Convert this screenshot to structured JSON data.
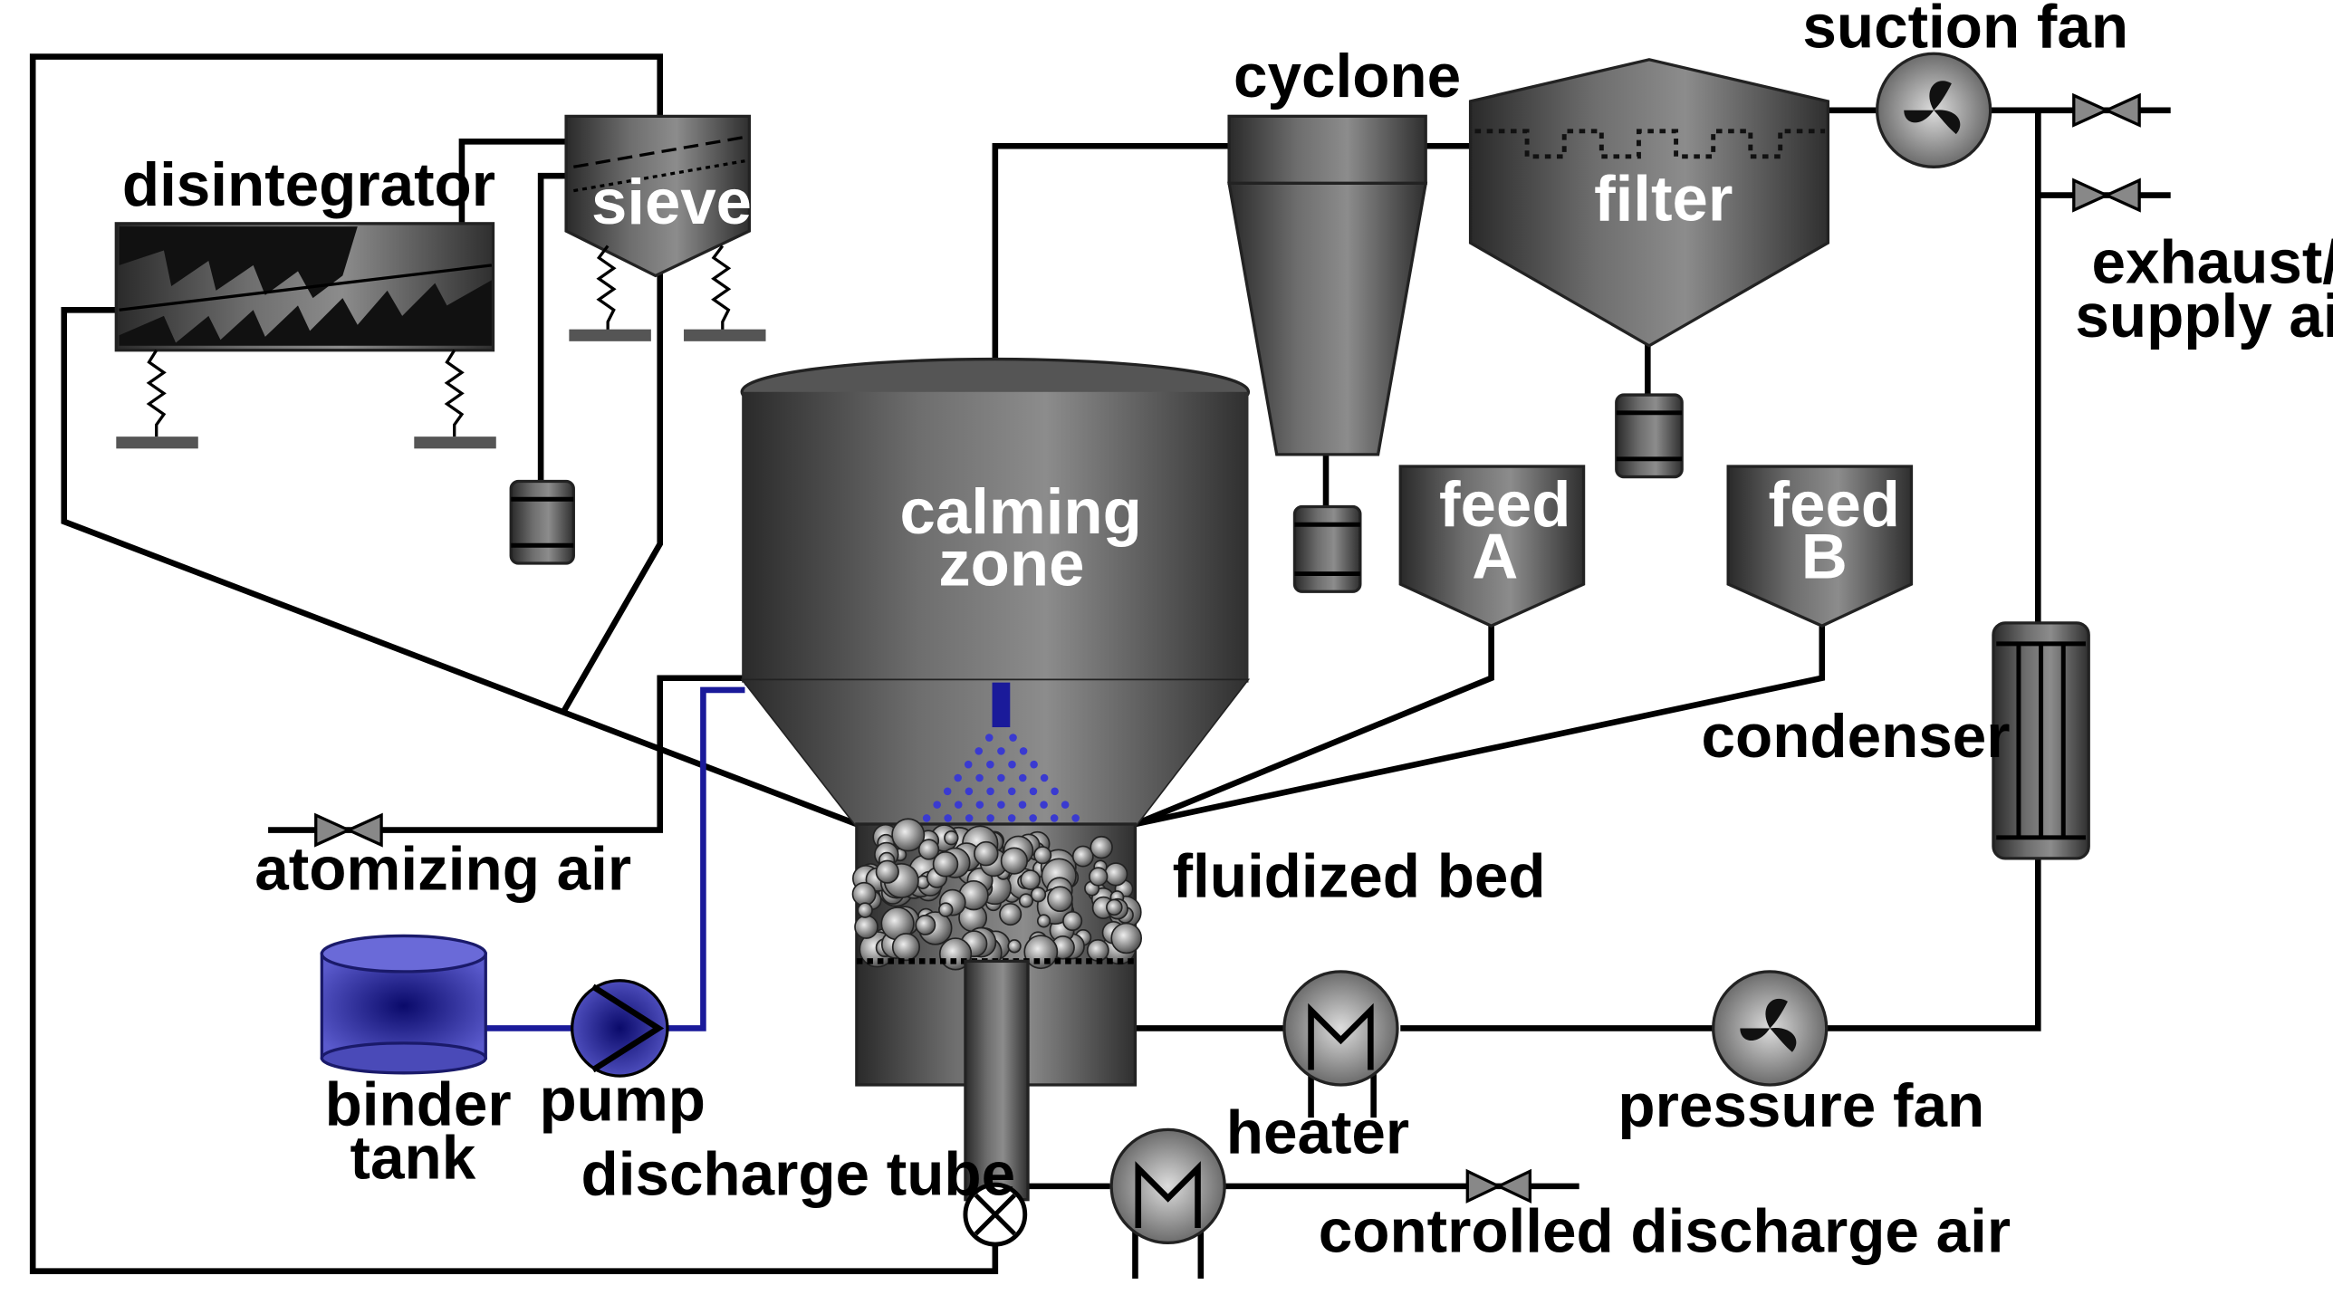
{
  "diagram": {
    "labels": {
      "suction_fan": "suction fan",
      "cyclone": "cyclone",
      "filter": "filter",
      "disintegrator": "disintegrator",
      "sieve": "sieve",
      "exhaust_line1": "exhaust/",
      "exhaust_line2": "supply air",
      "calming_line1": "calming",
      "calming_line2": "zone",
      "feed_a_line1": "feed",
      "feed_a_line2": "A",
      "feed_b_line1": "feed",
      "feed_b_line2": "B",
      "condenser": "condenser",
      "atomizing_air": "atomizing air",
      "fluidized_bed": "fluidized bed",
      "binder_line1": "binder",
      "binder_line2": "tank",
      "pump": "pump",
      "heater": "heater",
      "pressure_fan": "pressure fan",
      "discharge_tube": "discharge tube",
      "controlled_discharge_air": "controlled discharge air"
    },
    "colors": {
      "equipment_dark": "#2a2a2a",
      "equipment_light": "#8a8a8a",
      "binder_blue": "#1a1a9a",
      "binder_highlight": "#0a0a6a",
      "line": "#000000"
    }
  }
}
